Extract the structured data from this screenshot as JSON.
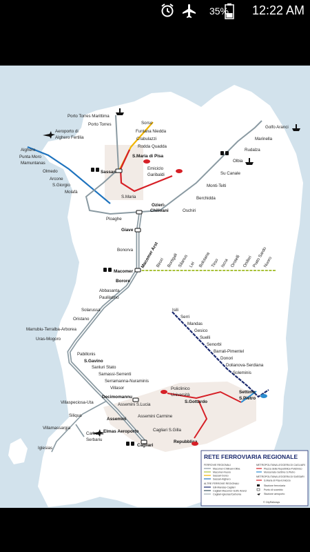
{
  "status_bar": {
    "alarm_icon": "alarm-clock-icon",
    "airplane_icon": "airplane-mode-icon",
    "battery_percent": "35%",
    "battery_icon": "battery-icon",
    "time": "12:22 AM"
  },
  "map": {
    "colors": {
      "sea": "#d2e2ec",
      "land": "#ffffff",
      "urban": "#f2ebe6",
      "trunk": "#8a9aa2",
      "sorso": "#f0b400",
      "metro": "#d61f26",
      "alghero": "#1e73be",
      "olbia": "#8a9aa2",
      "macomer_nuoro": "#a9c23a",
      "isili": "#1b2a6e",
      "cagliari_metro": "#2a8cd0"
    },
    "stations": {
      "porto_torres_marittima": "Porto Torres Marittima",
      "porto_torres": "Porto Torres",
      "aeroporto_alghero": "Aeroporto di",
      "aeroporto_alghero_2": "Alghero Fertilia",
      "alghero": "Alghero",
      "punta_moro": "Punta Moro",
      "mamuntanas": "Mamuntanas",
      "olmedo": "Olmedo",
      "arcone": "Arcone",
      "s_giorgio": "S.Giorgio",
      "molafa": "Molafà",
      "sassari": "Sassari",
      "s_maria": "S.Maria",
      "sorso": "Sorso",
      "funtana_niedda": "Funtana Niedda",
      "crabulazzi": "Crabulazzi",
      "rodda_quadda": "Rodda Quadda",
      "s_maria_di_pisa": "S.Maria di Pisa",
      "emiciclo_garibaldi": "Emiciclo",
      "emiciclo_garibaldi_2": "Garibaldi",
      "golfo_aranci": "Golfo Aranci",
      "marinella": "Marinella",
      "rudalza": "Rudalza",
      "olbia": "Olbia",
      "su_canale": "Su Canale",
      "monti_telti": "Monti-Telti",
      "berchidda": "Berchidda",
      "oschiri": "Oschiri",
      "ozieri_chilivani": "Ozieri-",
      "ozieri_chilivani_2": "Chilivani",
      "ploaghe": "Ploaghe",
      "giave": "Giave",
      "bonorva": "Bonorva",
      "macomer_arst": "Macomer Arst",
      "birori": "Birori",
      "bortigali": "Bortigali",
      "silanus": "Silanus",
      "lei": "Lei",
      "bolotana": "Bolotana",
      "tirso": "Tirso",
      "iscra": "Iscra",
      "orotelli": "Orotelli",
      "oniferi": "Oniferi",
      "prato_sardo": "Prato Sardo",
      "nuoro": "Nuoro",
      "macomer": "Macomer",
      "borore": "Borore",
      "abbasanta": "Abbasanta",
      "paulilatino": "Paulilatino",
      "solarussa": "Solarussa",
      "oristano": "Oristano",
      "marrubiu": "Marrubiu-Terralba-Arborea",
      "uras_mogoro": "Uras-Mogoro",
      "pabillonis": "Pabillonis",
      "s_gavino": "S.Gavino",
      "sanluri_stato": "Sanluri Stato",
      "samassi_serrenti": "Samassi-Serrenti",
      "serramanna_nuraminis": "Serramanna-Nuraminis",
      "villasor": "Villasor",
      "decimomannu": "Decimomannu",
      "assemini_s_lucia": "Assemini S.Lucia",
      "assemini": "Assemini",
      "assemini_carmine": "Assemini Carmine",
      "elmas_aeroporto": "Elmas Aeroporto",
      "cagliari_s_gilla": "Cagliari S.Gilla",
      "cagliari": "Cagliari",
      "villaspeciosa_uta": "Villaspeciosa-Uta",
      "siliqua": "Siliqua",
      "villamassargia": "Villamassargia",
      "iglesias": "Iglesias",
      "carbonia_serbariu": "Carbonia",
      "carbonia_serbariu_2": "Serbariu",
      "isili": "Isili",
      "serri": "Serri",
      "mandas": "Mandas",
      "gesico": "Gesico",
      "suelli": "Suelli",
      "senorbi": "Senorbì",
      "barrali_pimentel": "Barrali-Pimentel",
      "donori": "Donori",
      "dolianova_serdiana": "Dolianova-Serdiana",
      "soleminis": "Soleminis",
      "policlinico": "Policlinico",
      "policlinico_2": "Università",
      "s_gottardo": "S.Gottardo",
      "settimo": "Settimo",
      "settimo_2": "S.Pietro",
      "repubblica": "Repubblica"
    },
    "legend": {
      "title": "RETE FERROVIARIA REGIONALE",
      "col1_header": "FERROVIE REGIONALI",
      "col1_items": [
        "Macomer-Chilivani-Olbia",
        "Macomer-Nuoro",
        "Sassari-Sorso",
        "Sassari-Alghero"
      ],
      "col1_header2": "ALTRE FERROVIE REGIONALI",
      "col1_items2": [
        "Isili-Mandas-Cagliari",
        "Cagliari-Macomer-Golfo Aranci",
        "Cagliari-Iglesias/Carbonia"
      ],
      "col2_header": "METROPOLITANA LEGGERA DI CAGLIARI",
      "col2_items": [
        "Piazza della Repubblica-Policlinico",
        "Monserrato-Settimo S.Pietro"
      ],
      "col2_header2": "METROPOLITANA LEGGERA DI SASSARI",
      "col2_items2": [
        "S.Maria di Pisa-Emiciclo"
      ],
      "col2_items3": [
        "Stazione ferroviaria",
        "Punto di scambio",
        "Stazione aeroporto"
      ],
      "credit": "© CityRailways"
    }
  }
}
